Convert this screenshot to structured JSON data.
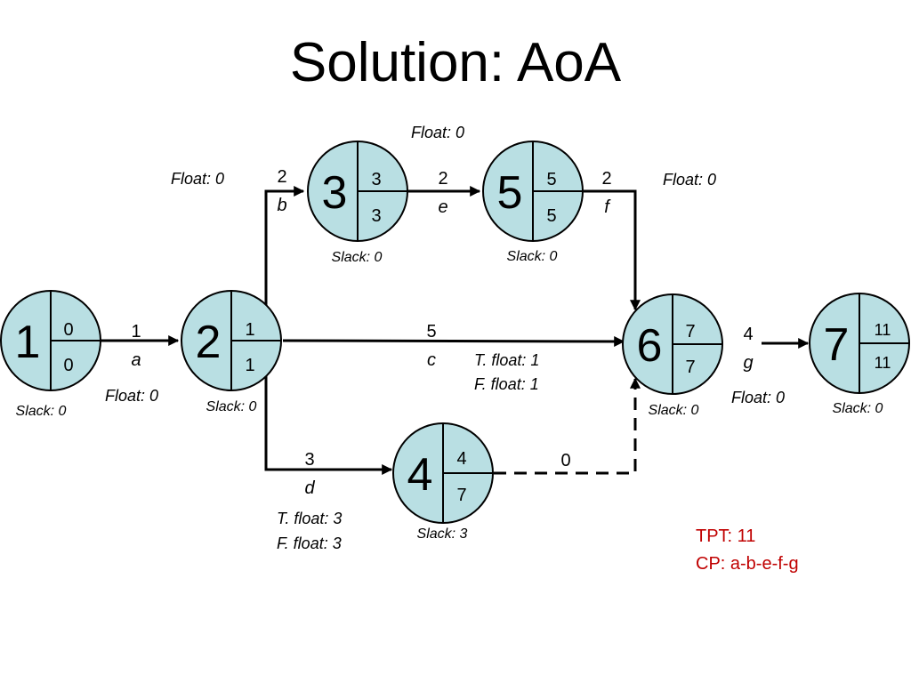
{
  "title": "Solution: AoA",
  "nodes": [
    {
      "id": "1",
      "es": "0",
      "ls": "0",
      "slack": "Slack: 0"
    },
    {
      "id": "2",
      "es": "1",
      "ls": "1",
      "slack": "Slack: 0"
    },
    {
      "id": "3",
      "es": "3",
      "ls": "3",
      "slack": "Slack: 0"
    },
    {
      "id": "4",
      "es": "4",
      "ls": "7",
      "slack": "Slack: 3"
    },
    {
      "id": "5",
      "es": "5",
      "ls": "5",
      "slack": "Slack: 0"
    },
    {
      "id": "6",
      "es": "7",
      "ls": "7",
      "slack": "Slack: 0"
    },
    {
      "id": "7",
      "es": "11",
      "ls": "11",
      "slack": "Slack: 0"
    }
  ],
  "activities": [
    {
      "name": "a",
      "duration": "1",
      "float": "Float: 0"
    },
    {
      "name": "b",
      "duration": "2",
      "float": "Float: 0"
    },
    {
      "name": "c",
      "duration": "5",
      "t_float": "T. float: 1",
      "f_float": "F. float: 1"
    },
    {
      "name": "d",
      "duration": "3",
      "t_float": "T. float: 3",
      "f_float": "F. float: 3"
    },
    {
      "name": "e",
      "duration": "2",
      "float": "Float: 0"
    },
    {
      "name": "f",
      "duration": "2",
      "float": "Float: 0"
    },
    {
      "name": "g",
      "duration": "4",
      "float": "Float: 0"
    },
    {
      "name": "",
      "duration": "0"
    }
  ],
  "summary": {
    "tpt": "TPT: 11",
    "cp": "CP: a-b-e-f-g",
    "color": "#c00000"
  },
  "colors": {
    "node_fill": "#b9dfe3",
    "stroke": "#000000"
  }
}
